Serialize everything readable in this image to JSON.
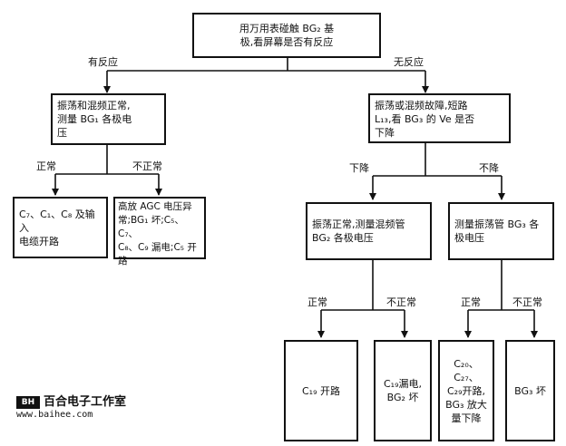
{
  "nodes": {
    "root": "用万用表碰触 BG₂ 基\n极,看屏幕是否有反应",
    "osc_ok": "振荡和混频正常,\n测量 BG₁ 各极电\n压",
    "osc_fault": "振荡或混频故障,短路\nL₁₃,看 BG₃ 的 Ve 是否\n下降",
    "left_normal": "C₇、C₁、C₈ 及输入\n电缆开路",
    "left_abnormal": "高放 AGC 电压异\n常;BG₁ 坏;C₅、C₇、\nC₈、C₉ 漏电;C₅ 开\n路",
    "drop_box": "振荡正常,测量混频管\nBG₂ 各极电压",
    "nodrop_box": "测量振荡管 BG₃ 各\n极电压",
    "leaf1": "C₁₉ 开路",
    "leaf2": "C₁₉漏电,\nBG₂ 坏",
    "leaf3": "C₂₀、C₂₇、\nC₂₉开路,\nBG₃ 放大\n量下降",
    "leaf4": "BG₃ 坏"
  },
  "edge_labels": {
    "has_response": "有反应",
    "no_response": "无反应",
    "left_normal": "正常",
    "left_abnormal": "不正常",
    "drop": "下降",
    "no_drop": "不降",
    "b1_normal": "正常",
    "b1_abnormal": "不正常",
    "b2_normal": "正常",
    "b2_abnormal": "不正常"
  },
  "logo": {
    "mark": "BH",
    "name": "百合电子工作室",
    "url": "www.baihee.com"
  }
}
